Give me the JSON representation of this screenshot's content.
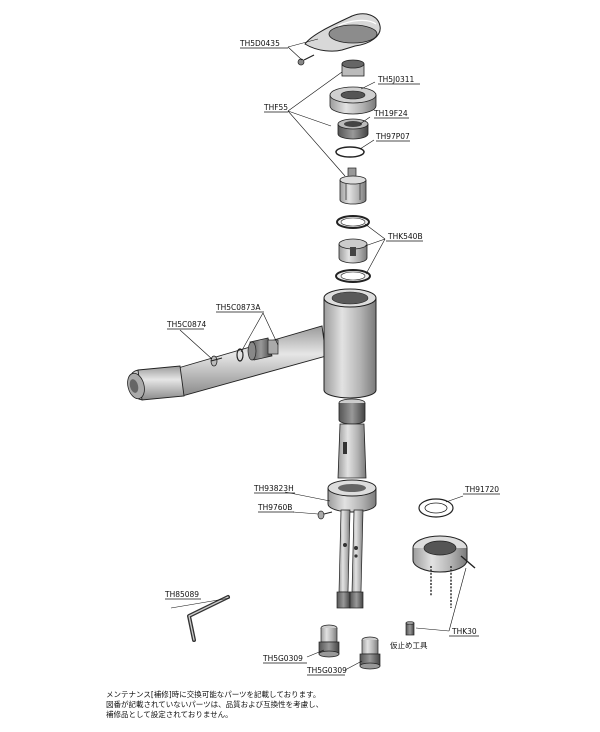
{
  "labels": {
    "th5d0435": "TH5D0435",
    "th5j0311": "TH5J0311",
    "thf55": "THF55",
    "th19f24": "TH19F24",
    "th97p07": "TH97P07",
    "thk540b": "THK540B",
    "th5c0873a": "TH5C0873A",
    "th5c0874": "TH5C0874",
    "th93823h": "TH93823H",
    "th9760b": "TH9760B",
    "th91720": "TH91720",
    "th85089": "TH85089",
    "thk30": "THK30",
    "fixing_tool": "仮止め工具",
    "th5g0309_a": "TH5G0309",
    "th5g0309_b": "TH5G0309"
  },
  "notes": [
    "メンテナンス[補修]時に交換可能なパーツを記載しております。",
    "図番が記載されていないパーツは、品質および互換性を考慮し、",
    "補修品として設定されておりません。"
  ]
}
